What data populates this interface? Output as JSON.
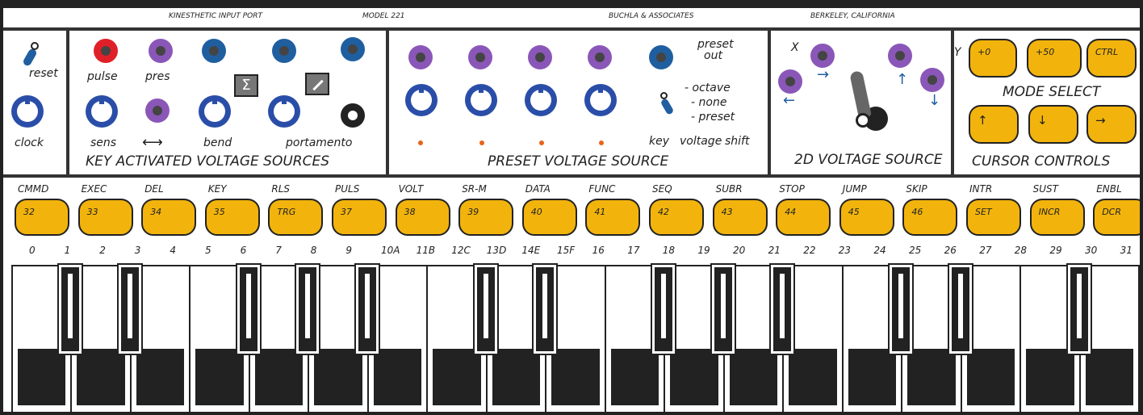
{
  "header": {
    "port": "KINESTHETIC INPUT PORT",
    "model": "MODEL 221",
    "maker": "BUCHLA & ASSOCIATES",
    "location": "BERKELEY, CALIFORNIA"
  },
  "left": {
    "reset": "reset",
    "clock": "clock"
  },
  "kavs": {
    "pulse": "pulse",
    "pres": "pres",
    "sens": "sens",
    "bend": "bend",
    "portamento": "portamento",
    "title": "KEY ACTIVATED VOLTAGE SOURCES",
    "sum_symbol": "Σ"
  },
  "preset": {
    "out": "preset\nout",
    "out1": "preset",
    "out2": "out",
    "octave": "- octave",
    "none": "- none",
    "preset_opt": "- preset",
    "key": "key",
    "voltage": "voltage",
    "shift": "shift",
    "title": "PRESET VOLTAGE SOURCE"
  },
  "twod": {
    "x": "X",
    "y": "Y",
    "title": "2D VOLTAGE SOURCE",
    "arrow_right": "→",
    "arrow_left": "←",
    "arrow_up": "↑",
    "arrow_down": "↓"
  },
  "mode": {
    "title": "MODE SELECT",
    "buttons": [
      "+0",
      "+50",
      "CTRL"
    ],
    "cursor_title": "CURSOR CONTROLS",
    "cursor_buttons": [
      "↑",
      "↓",
      "→"
    ]
  },
  "func_top": [
    "CMMD",
    "EXEC",
    "DEL",
    "KEY",
    "RLS",
    "PULS",
    "VOLT",
    "SR-M",
    "DATA",
    "FUNC",
    "SEQ",
    "SUBR",
    "STOP",
    "JUMP",
    "SKIP",
    "INTR",
    "SUST",
    "ENBL"
  ],
  "func_btn": [
    "32",
    "33",
    "34",
    "35",
    "TRG",
    "37",
    "38",
    "39",
    "40",
    "41",
    "42",
    "43",
    "44",
    "45",
    "46",
    "SET",
    "INCR",
    "DCR"
  ],
  "keynums": [
    "0",
    "1",
    "2",
    "3",
    "4",
    "5",
    "6",
    "7",
    "8",
    "9",
    "10A",
    "11B",
    "12C",
    "13D",
    "14E",
    "15F",
    "16",
    "17",
    "18",
    "19",
    "20",
    "21",
    "22",
    "23",
    "24",
    "25",
    "26",
    "27",
    "28",
    "29",
    "30",
    "31"
  ],
  "colors": {
    "button": "#f2b40c",
    "jack_purple": "#8a57b8",
    "jack_blue": "#1f5fa0",
    "jack_red": "#e02028",
    "knob": "#2a4ea8",
    "led": "#e8631a"
  }
}
